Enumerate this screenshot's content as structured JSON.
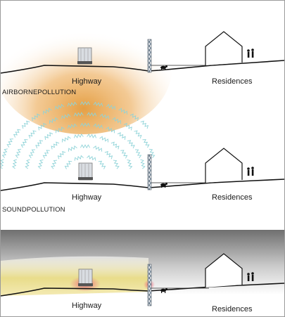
{
  "panels": [
    {
      "id": "airborne",
      "title": "AIRBORNEPOLLUTION",
      "left_label": "Highway",
      "right_label": "Residences"
    },
    {
      "id": "sound",
      "title": "SOUNDPOLLUTION",
      "left_label": "Highway",
      "right_label": "Residences"
    },
    {
      "id": "combined",
      "title": "",
      "left_label": "Highway",
      "right_label": "Residences"
    }
  ],
  "colors": {
    "haze_orange": "#e39a3a",
    "sound_waves": "#8fd3d8",
    "yellow_haze": "#e9dc86",
    "red_glow": "#f06a7a",
    "gray_sky": "#6f6f6f",
    "ground_line": "#111111"
  }
}
